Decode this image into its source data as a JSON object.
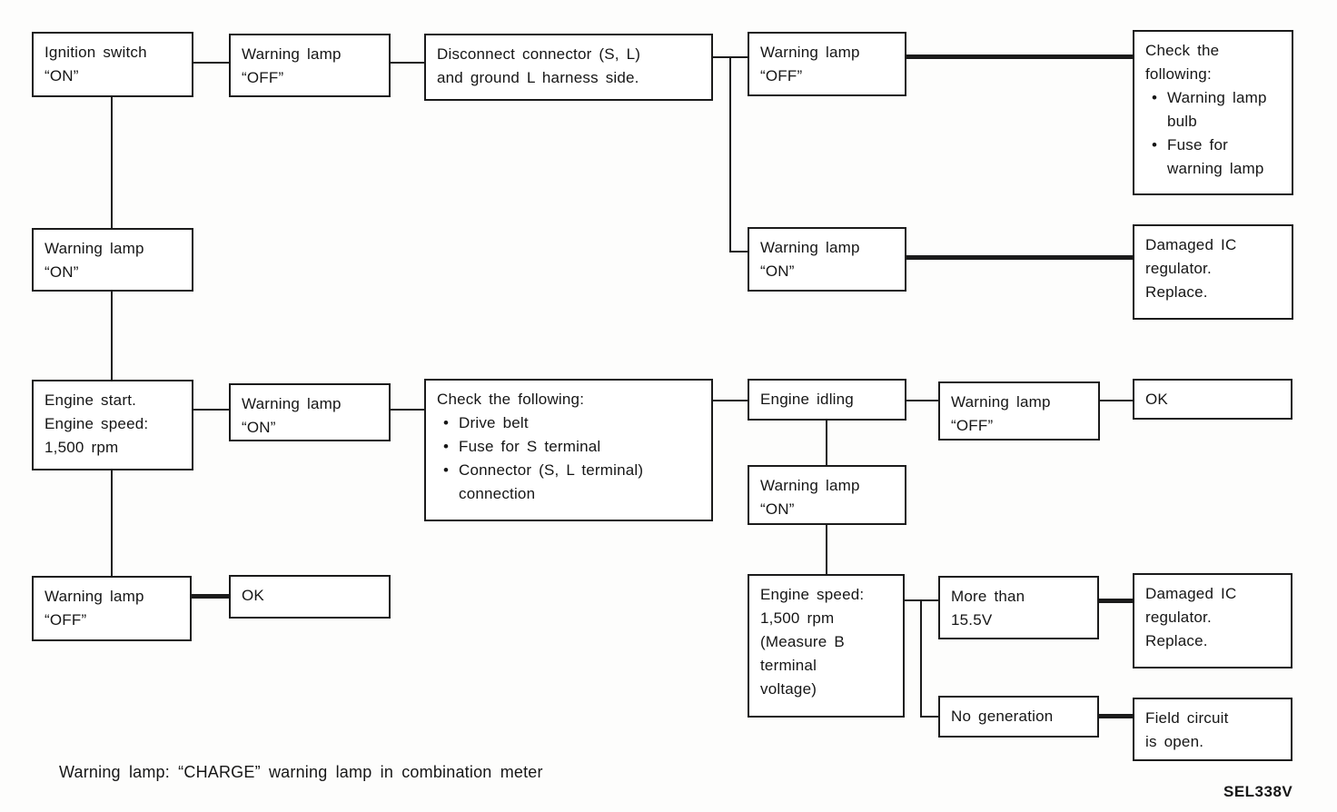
{
  "diagram": {
    "caption": "Warning lamp: “CHARGE” warning lamp in combination meter",
    "figure_code": "SEL338V",
    "colors": {
      "line": "#1b1b1b",
      "background": "#fdfdfc",
      "text": "#161616"
    },
    "nodes": {
      "ignition_switch": {
        "lines": [
          "Ignition switch",
          "“ON”"
        ]
      },
      "warning_lamp_off_1": {
        "lines": [
          "Warning lamp",
          "“OFF”"
        ]
      },
      "disconnect_connector": {
        "lines": [
          "Disconnect connector (S, L)",
          "and ground L harness side."
        ]
      },
      "warning_lamp_off_2": {
        "lines": [
          "Warning lamp",
          "“OFF”"
        ]
      },
      "check_warning_lamp": {
        "title": "Check the following:",
        "bullets": [
          "Warning lamp bulb",
          "Fuse for warning lamp"
        ]
      },
      "warning_lamp_on_left": {
        "lines": [
          "Warning lamp",
          "“ON”"
        ]
      },
      "warning_lamp_on_2": {
        "lines": [
          "Warning lamp",
          "“ON”"
        ]
      },
      "damaged_ic_regulator_1": {
        "lines": [
          "Damaged IC",
          "regulator.",
          "Replace."
        ]
      },
      "engine_start": {
        "lines": [
          "Engine start.",
          "Engine speed:",
          "1,500 rpm"
        ]
      },
      "warning_lamp_on_3": {
        "lines": [
          "Warning lamp",
          "“ON”"
        ]
      },
      "check_belt": {
        "title": "Check the following:",
        "bullets": [
          "Drive belt",
          "Fuse for S terminal",
          "Connector (S, L terminal) connection"
        ]
      },
      "engine_idling": {
        "lines": [
          "Engine idling"
        ]
      },
      "warning_lamp_off_3": {
        "lines": [
          "Warning lamp",
          "“OFF”"
        ]
      },
      "ok_1": {
        "lines": [
          "OK"
        ]
      },
      "warning_lamp_on_4": {
        "lines": [
          "Warning lamp",
          "“ON”"
        ]
      },
      "engine_speed_measure": {
        "lines": [
          "Engine speed:",
          "1,500 rpm",
          "(Measure B",
          "terminal",
          "voltage)"
        ]
      },
      "more_than_voltage": {
        "lines": [
          "More than",
          "15.5V"
        ]
      },
      "damaged_ic_regulator_2": {
        "lines": [
          "Damaged IC",
          "regulator.",
          "Replace."
        ]
      },
      "no_generation": {
        "lines": [
          "No generation"
        ]
      },
      "field_circuit_open": {
        "lines": [
          "Field circuit",
          "is open."
        ]
      },
      "warning_lamp_off_4": {
        "lines": [
          "Warning lamp",
          "“OFF”"
        ]
      },
      "ok_2": {
        "lines": [
          "OK"
        ]
      }
    }
  }
}
